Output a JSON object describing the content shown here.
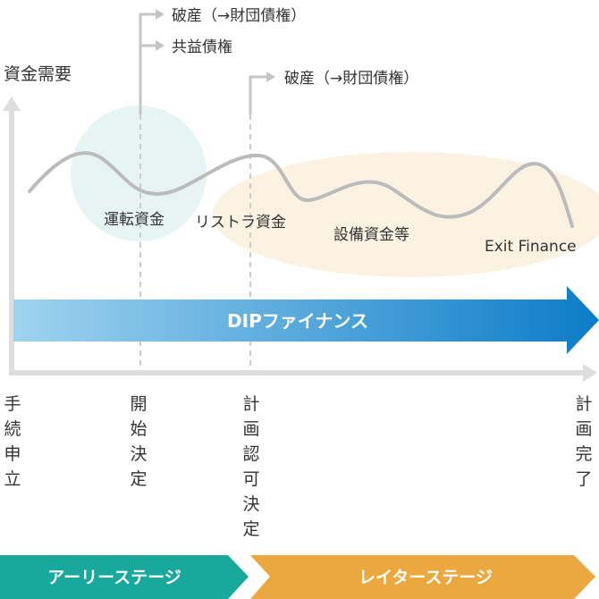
{
  "y_axis_label": "資金需要",
  "outcomes_top": {
    "bankruptcy_1": "破産（→財団債権）",
    "common_benefit": "共益債権",
    "bankruptcy_2": "破産（→財団債権）"
  },
  "funding": {
    "working_capital": "運転資金",
    "restructuring": "リストラ資金",
    "capex": "設備資金等",
    "exit": "Exit Finance"
  },
  "dip_bar": "DIPファイナンス",
  "milestones": {
    "filing": "手続申立",
    "commencement": "開始決定",
    "plan_approval": "計画認可決定",
    "plan_completion": "計画完了"
  },
  "stages": {
    "early": "アーリーステージ",
    "later": "レイターステージ"
  },
  "colors": {
    "axis": "#dddddd",
    "curve": "#bbbbbb",
    "early_circle": "#e6f5f3",
    "later_ellipse": "#fbf2e2",
    "dip_start": "#9fd3ef",
    "dip_end": "#0c7cc8",
    "early_stage": "#18a89c",
    "later_stage": "#eba83e"
  }
}
